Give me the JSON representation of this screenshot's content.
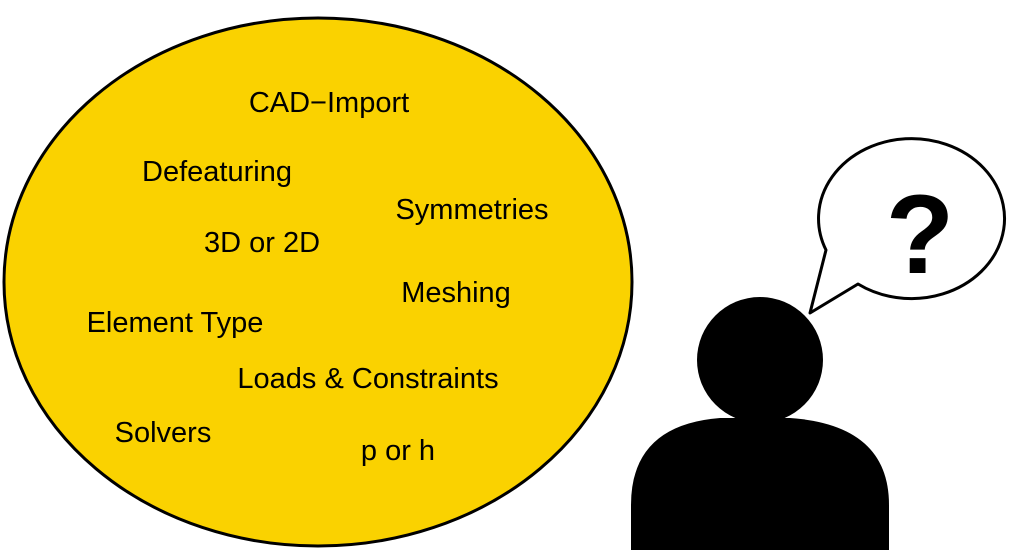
{
  "colors": {
    "ellipse_fill": "#fad200",
    "outline": "#000000",
    "person_fill": "#000000",
    "bubble_fill": "#ffffff"
  },
  "topics": [
    {
      "id": "cad-import",
      "text": "CAD−Import"
    },
    {
      "id": "defeaturing",
      "text": "Defeaturing"
    },
    {
      "id": "symmetries",
      "text": "Symmetries"
    },
    {
      "id": "3d-or-2d",
      "text": "3D or 2D"
    },
    {
      "id": "meshing",
      "text": "Meshing"
    },
    {
      "id": "element-type",
      "text": "Element Type"
    },
    {
      "id": "loads-constraints",
      "text": "Loads & Constraints"
    },
    {
      "id": "solvers",
      "text": "Solvers"
    },
    {
      "id": "p-or-h",
      "text": "p or h"
    }
  ],
  "thought_bubble": {
    "text": "?"
  }
}
